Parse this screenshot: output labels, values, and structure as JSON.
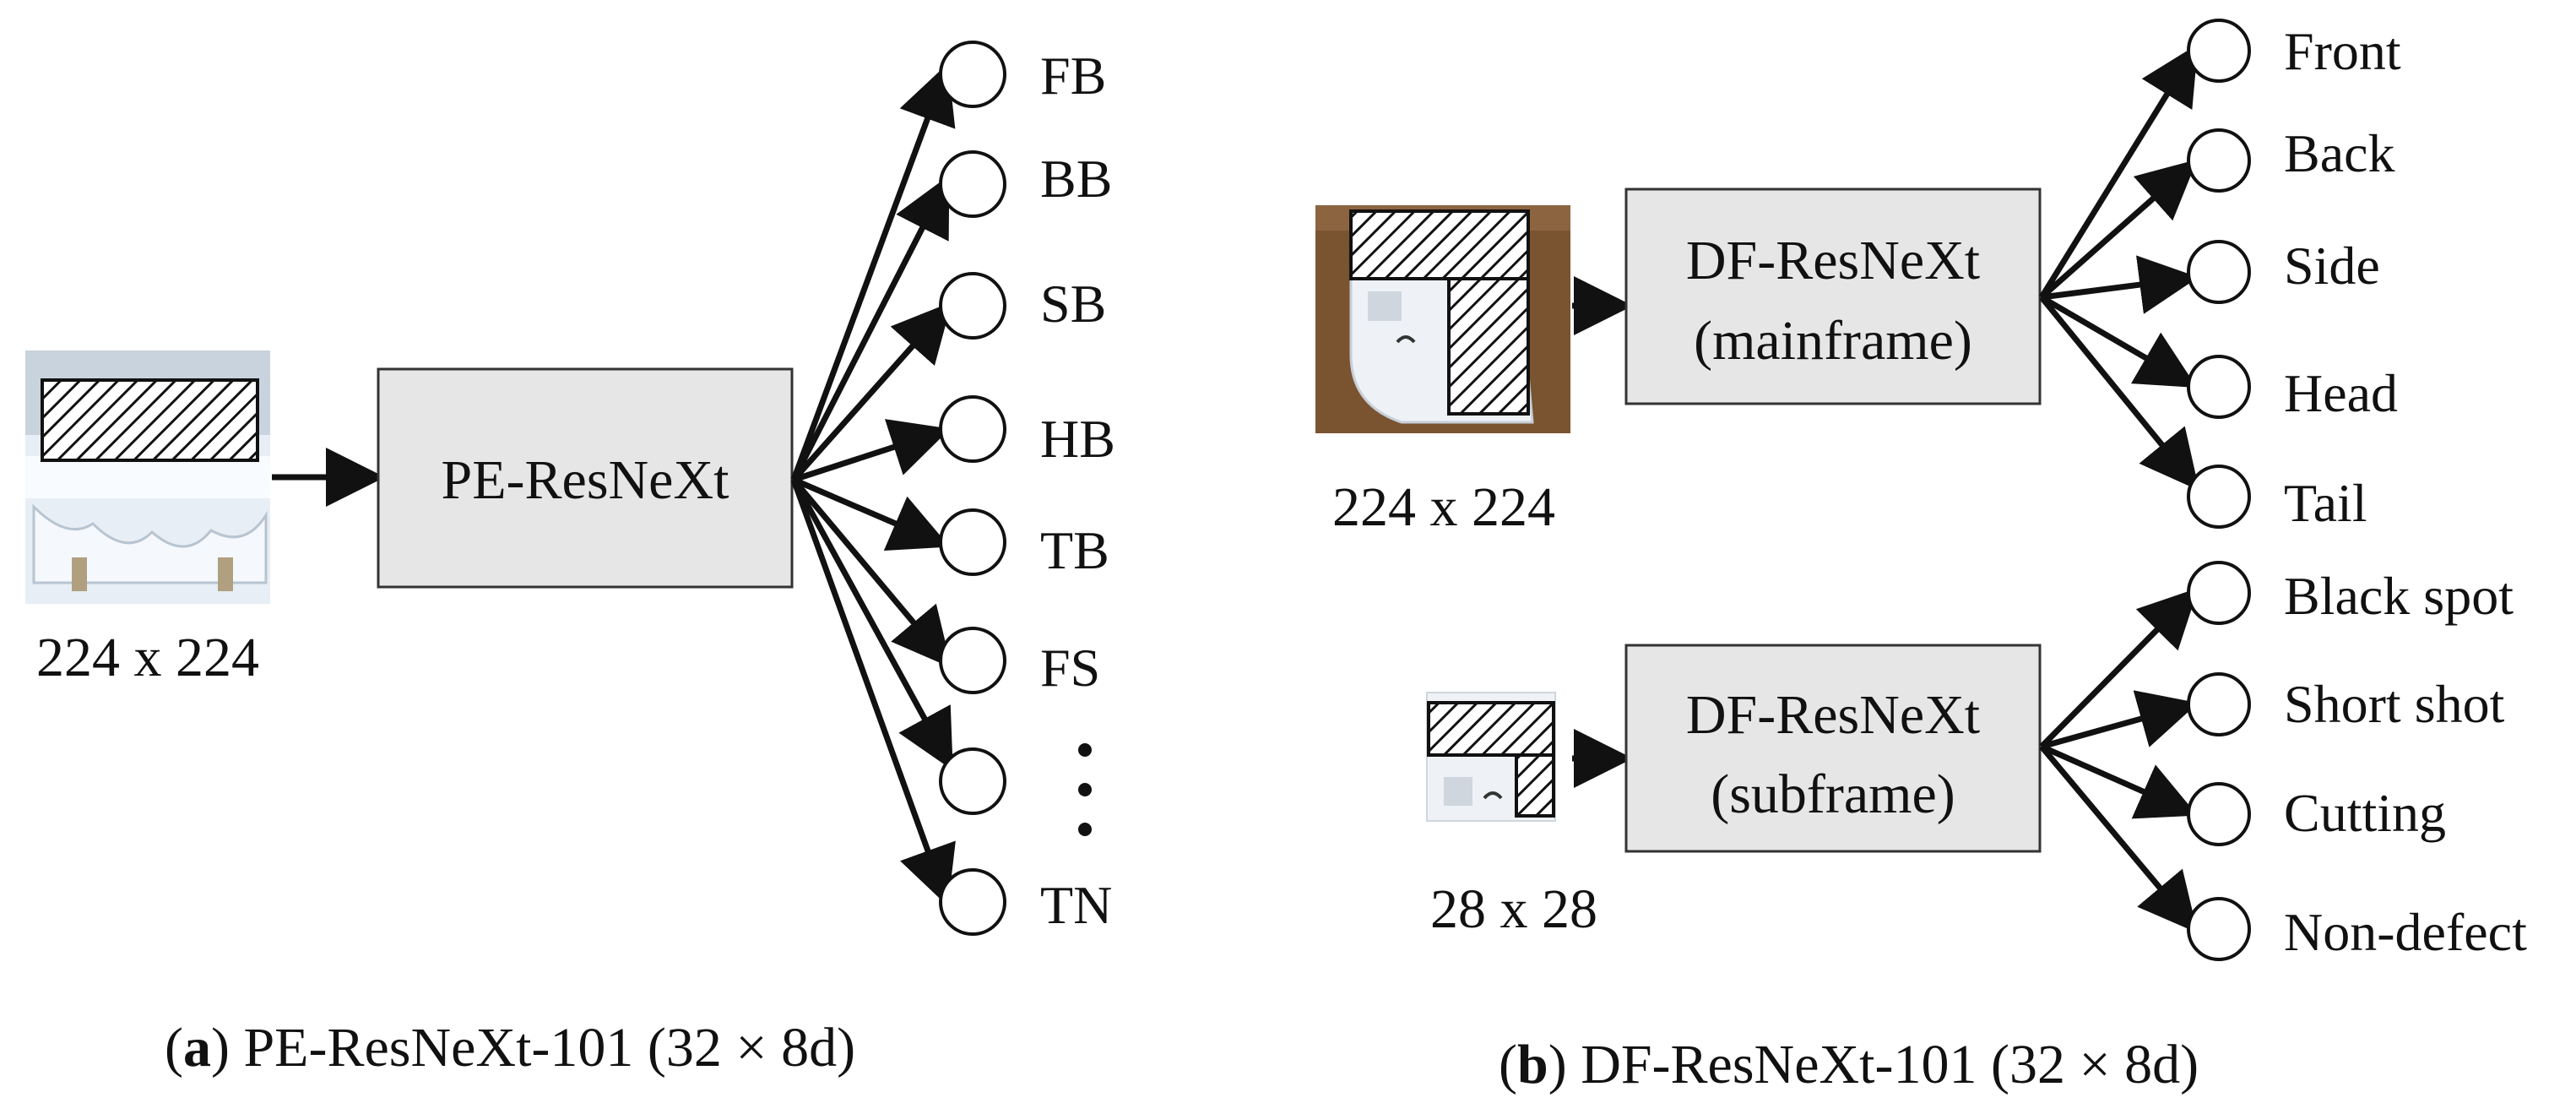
{
  "panel_a": {
    "input_size": "224 x 224",
    "model": "PE-ResNeXt",
    "outputs": [
      "FB",
      "BB",
      "SB",
      "HB",
      "TB",
      "FS",
      "",
      "TN"
    ],
    "ellipsis": "⋮",
    "caption_letter": "a",
    "caption_text": "PE-ResNeXt-101  (32 × 8d)"
  },
  "panel_b": {
    "main_input_size": "224 x 224",
    "main_model_line1": "DF-ResNeXt",
    "main_model_line2": "(mainframe)",
    "main_outputs": [
      "Front",
      "Back",
      "Side",
      "Head",
      "Tail"
    ],
    "sub_input_size": "28 x 28",
    "sub_model_line1": "DF-ResNeXt",
    "sub_model_line2": "(subframe)",
    "sub_outputs": [
      "Black spot",
      "Short shot",
      "Cutting",
      "Non-defect"
    ],
    "caption_letter": "b",
    "caption_text": "DF-ResNeXt-101  (32 × 8d)"
  },
  "colors": {
    "box_fill": "#e6e6e6",
    "stroke": "#111111",
    "photo_wood": "#7a5330",
    "photo_part": "#eef2f6"
  }
}
